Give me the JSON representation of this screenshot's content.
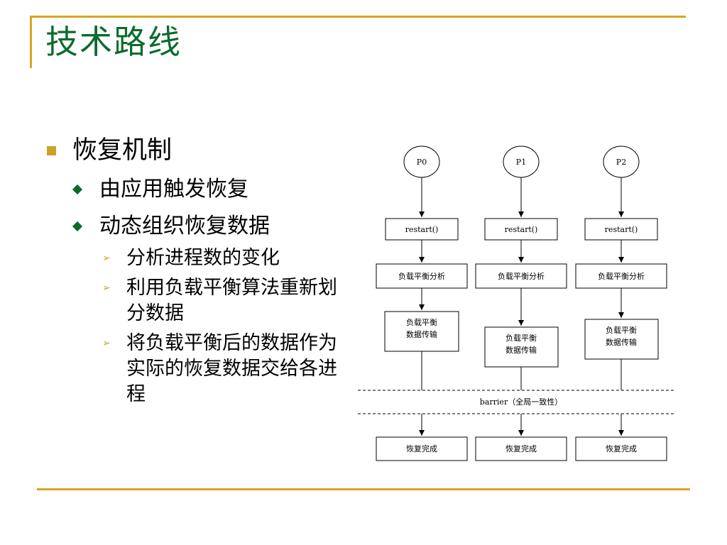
{
  "slide": {
    "title": "技术路线",
    "bullets": [
      {
        "text": "恢复机制",
        "children": [
          {
            "text": "由应用触发恢复",
            "children": []
          },
          {
            "text": "动态组织恢复数据",
            "children": [
              "分析进程数的变化",
              "利用负载平衡算法重新划分数据",
              "将负载平衡后的数据作为实际的恢复数据交给各进程"
            ]
          }
        ]
      }
    ]
  },
  "diagram": {
    "processes": [
      "P0",
      "P1",
      "P2"
    ],
    "restart_label": "restart()",
    "analysis_label": "负载平衡分析",
    "transfer_label_line1": "负载平衡",
    "transfer_label_line2": "数据传输",
    "barrier_label": "barrier（全局一致性）",
    "done_label": "恢复完成"
  }
}
